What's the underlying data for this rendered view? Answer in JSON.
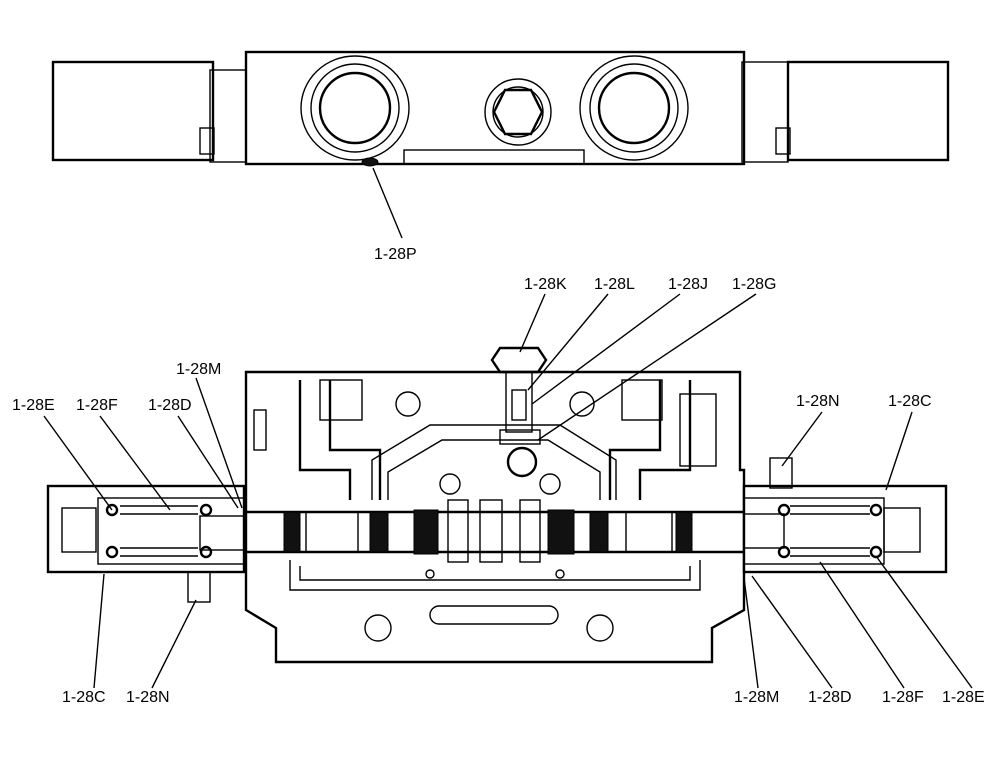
{
  "labels": {
    "top_p": "1-28P",
    "k": "1-28K",
    "l": "1-28L",
    "j": "1-28J",
    "g": "1-28G",
    "m_top": "1-28M",
    "e_left": "1-28E",
    "f_left": "1-28F",
    "d_left": "1-28D",
    "n_right": "1-28N",
    "c_right": "1-28C",
    "c_left": "1-28C",
    "n_left": "1-28N",
    "m_right": "1-28M",
    "d_right": "1-28D",
    "f_right": "1-28F",
    "e_right": "1-28E"
  }
}
